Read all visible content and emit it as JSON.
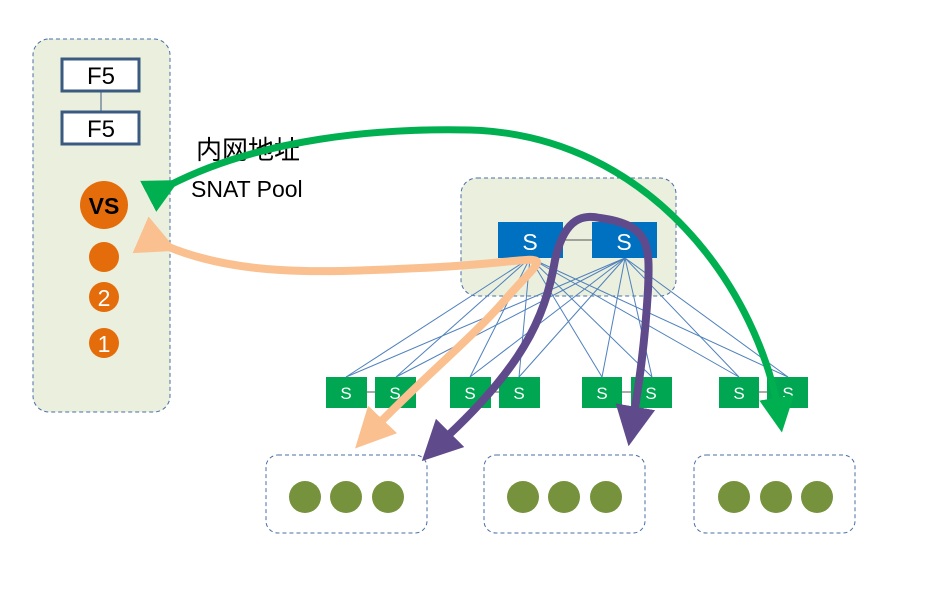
{
  "labels": {
    "f5_top": "F5",
    "f5_bottom": "F5",
    "vs": "VS",
    "pool_num_2": "2",
    "pool_num_1": "1",
    "annotation_cn": "内网地址",
    "annotation_en": "SNAT Pool",
    "spine_switches": [
      "S",
      "S"
    ],
    "leaf_switches": [
      "S",
      "S",
      "S",
      "S",
      "S",
      "S",
      "S",
      "S"
    ]
  },
  "colors": {
    "panel_fill": "#ebefdd",
    "panel_border": "#4a6fa5",
    "f5_border": "#3a5a80",
    "orange": "#e46c0a",
    "spine_blue": "#0070c0",
    "leaf_green": "#00a651",
    "server_olive": "#76923c",
    "link_blue": "#4f81bd",
    "arrow_green": "#00b050",
    "arrow_peach": "#fac090",
    "arrow_purple": "#5f4b8b"
  },
  "server_groups": [
    {
      "servers": 3
    },
    {
      "servers": 3
    },
    {
      "servers": 3
    }
  ]
}
